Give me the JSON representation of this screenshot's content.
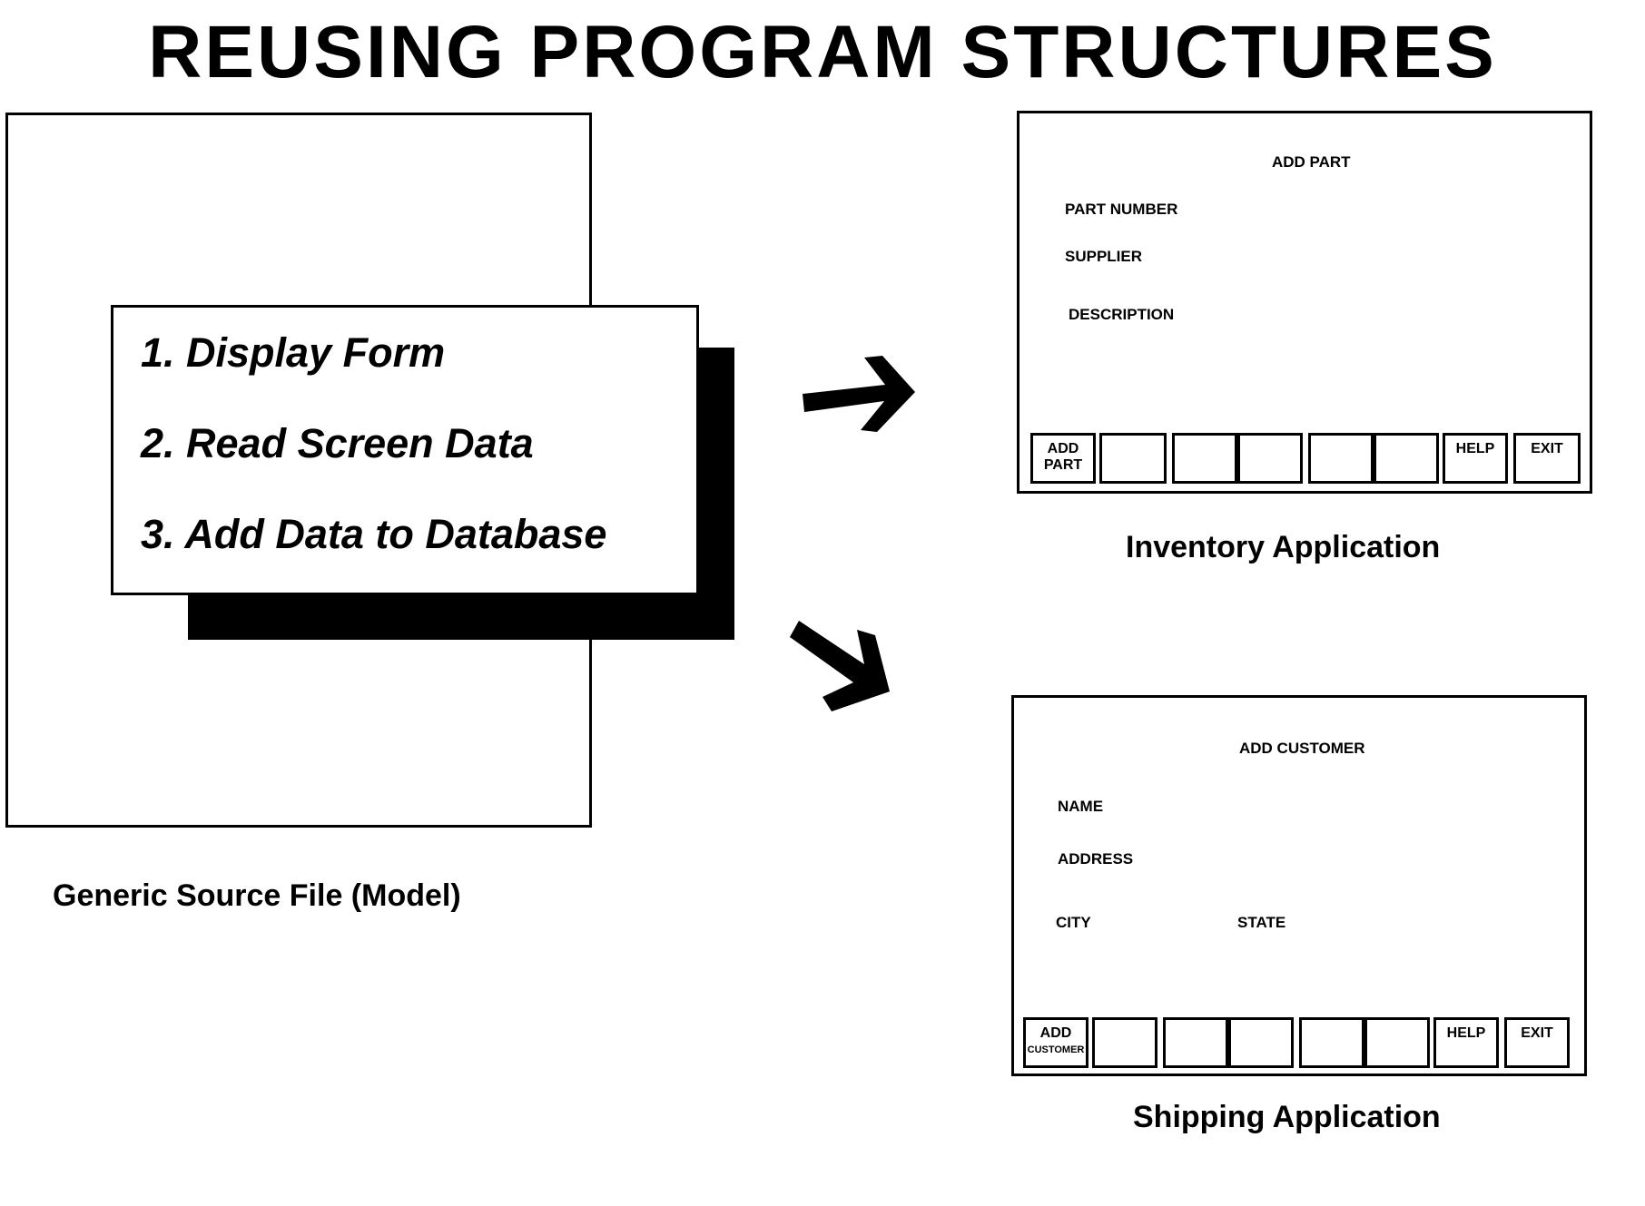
{
  "title": "REUSING PROGRAM STRUCTURES",
  "model": {
    "steps": [
      "1. Display Form",
      "2. Read Screen Data",
      "3. Add Data to Database"
    ],
    "caption": "Generic Source File (Model)"
  },
  "inventory": {
    "form_title": "ADD PART",
    "fields": [
      "PART NUMBER",
      "SUPPLIER",
      "DESCRIPTION"
    ],
    "keys": {
      "add_line1": "ADD",
      "add_line2": "PART",
      "help": "HELP",
      "exit": "EXIT"
    },
    "caption": "Inventory Application"
  },
  "shipping": {
    "form_title": "ADD CUSTOMER",
    "fields": [
      "NAME",
      "ADDRESS",
      "CITY",
      "STATE"
    ],
    "keys": {
      "add_line1": "ADD",
      "add_line2": "CUSTOMER",
      "help": "HELP",
      "exit": "EXIT"
    },
    "caption": "Shipping Application"
  }
}
